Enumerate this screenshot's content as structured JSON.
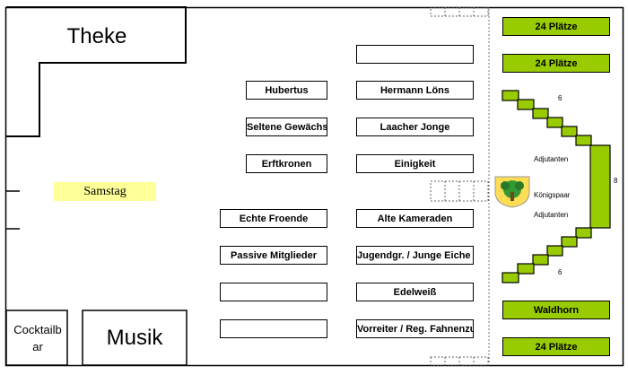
{
  "areas": {
    "theke": "Theke",
    "musik": "Musik",
    "cocktail": "Cocktailb\nar",
    "day": "Samstag"
  },
  "tables_middle": [
    "Hubertus",
    "Seltene Gewächse",
    "Erftkronen",
    "Echte Froende",
    "Passive Mitglieder",
    "",
    ""
  ],
  "tables_right": [
    "",
    "Hermann Löns",
    "Laacher Jonge",
    "Einigkeit",
    "Alte Kameraden",
    "Jugendgr. / Junge Eiche",
    "Edelweiß",
    "Vorreiter / Reg. Fahnenzug"
  ],
  "head_tables": {
    "top1": "24 Plätze",
    "top2": "24 Plätze",
    "waldhorn": "Waldhorn",
    "bottom": "24 Plätze"
  },
  "stage_labels": {
    "seats_upper": "6",
    "seats_lower": "6",
    "seats_side": "8",
    "adjutanten_top": "Adjutanten",
    "koenigspaar": "Königspaar",
    "adjutanten_bottom": "Adjutanten"
  },
  "emblem": "green-tree-crest-icon"
}
